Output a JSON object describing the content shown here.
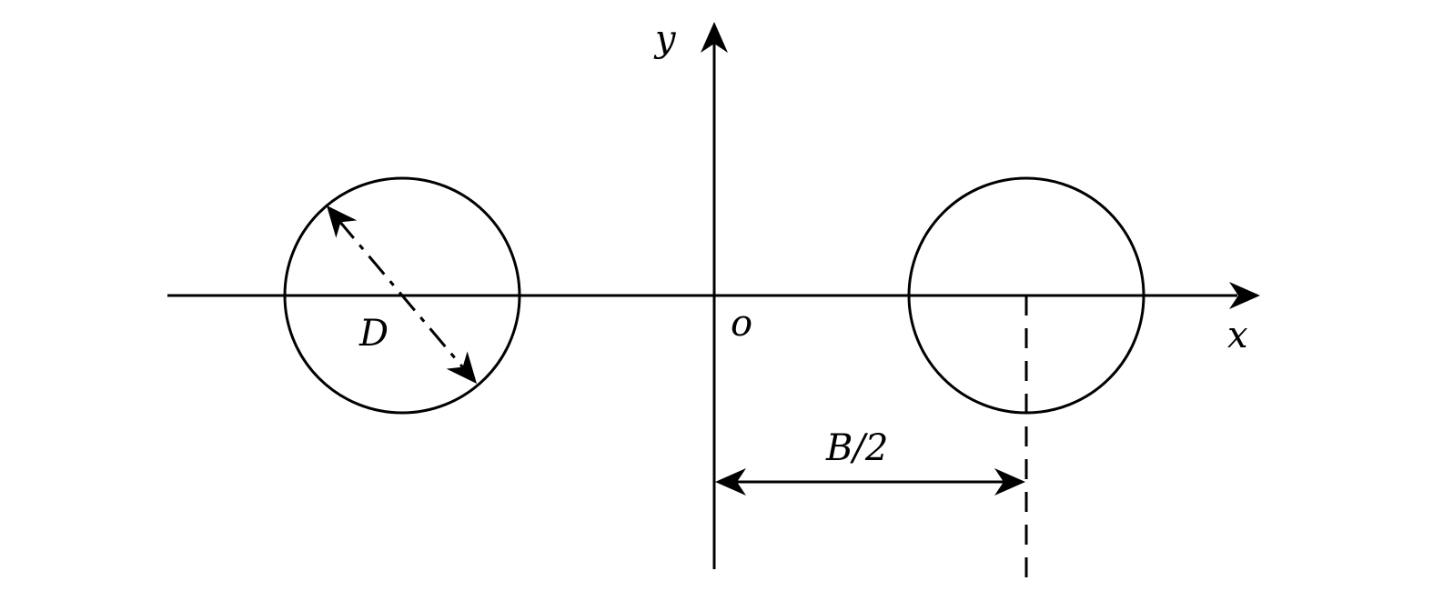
{
  "diagram": {
    "labels": {
      "y_axis": "y",
      "x_axis": "x",
      "origin": "o",
      "diameter": "D",
      "half_spacing": "B/2"
    },
    "colors": {
      "ink": "#000000",
      "background": "#ffffff"
    }
  }
}
